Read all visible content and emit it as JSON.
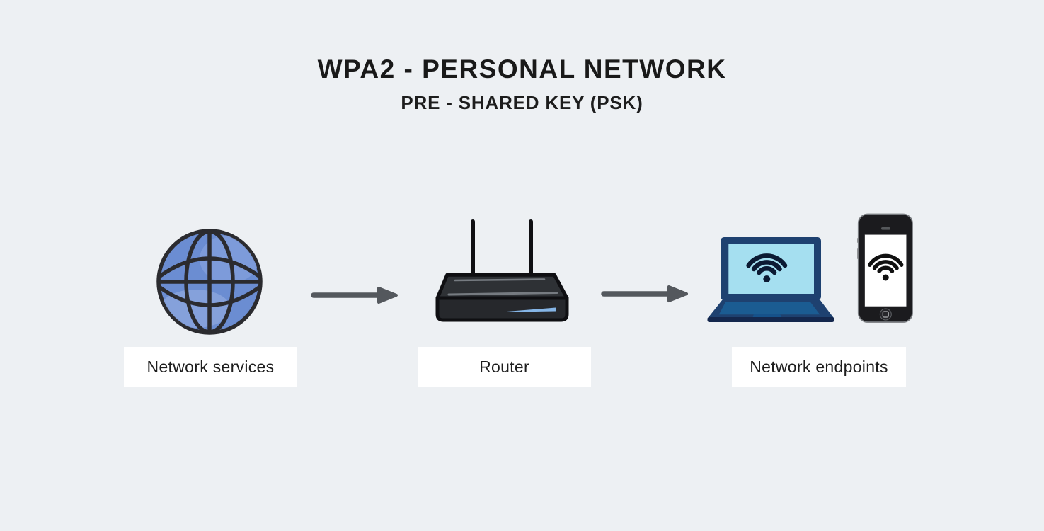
{
  "header": {
    "title": "WPA2 - PERSONAL NETWORK",
    "subtitle": "PRE - SHARED KEY (PSK)"
  },
  "nodes": [
    {
      "id": "network-services",
      "label": "Network services",
      "icon": "globe-icon"
    },
    {
      "id": "router",
      "label": "Router",
      "icon": "router-icon"
    },
    {
      "id": "network-endpoints",
      "label": "Network endpoints",
      "icons": [
        "laptop-wifi-icon",
        "smartphone-wifi-icon"
      ]
    }
  ],
  "arrows": [
    {
      "from": "network-services",
      "to": "router",
      "direction": "right"
    },
    {
      "from": "router",
      "to": "network-endpoints",
      "direction": "right"
    }
  ],
  "colors": {
    "background": "#edf0f3",
    "title_text": "#191919",
    "label_bg": "#ffffff",
    "label_text": "#1e1e1e",
    "globe_blue": "#6b8dd2",
    "globe_highlight": "#84a0dc",
    "outline_dark": "#2b2b2f",
    "router_body": "#2e3135",
    "router_front": "#26282c",
    "router_accent": "#85b5e6",
    "laptop_frame": "#1e4170",
    "laptop_screen": "#a5dff0",
    "laptop_keyboard": "#1b5c92",
    "laptop_bottom": "#14274d",
    "wifi_navy": "#0c1a33",
    "phone_body": "#1b1b1e",
    "phone_screen": "#ffffff",
    "arrow_gray": "#54585d"
  }
}
